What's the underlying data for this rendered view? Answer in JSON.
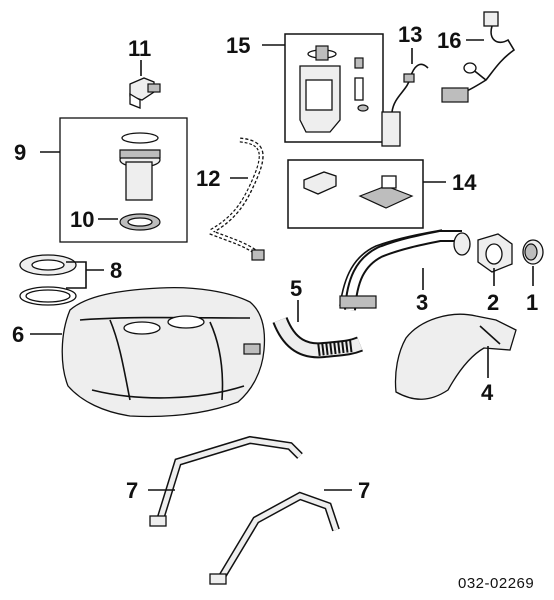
{
  "diagram": {
    "labels": {
      "p1": "1",
      "p2": "2",
      "p3": "3",
      "p4": "4",
      "p5": "5",
      "p6": "6",
      "p7a": "7",
      "p7b": "7",
      "p8": "8",
      "p9": "9",
      "p10": "10",
      "p11": "11",
      "p12": "12",
      "p13": "13",
      "p14": "14",
      "p15": "15",
      "p16": "16"
    },
    "code": "032-02269"
  }
}
